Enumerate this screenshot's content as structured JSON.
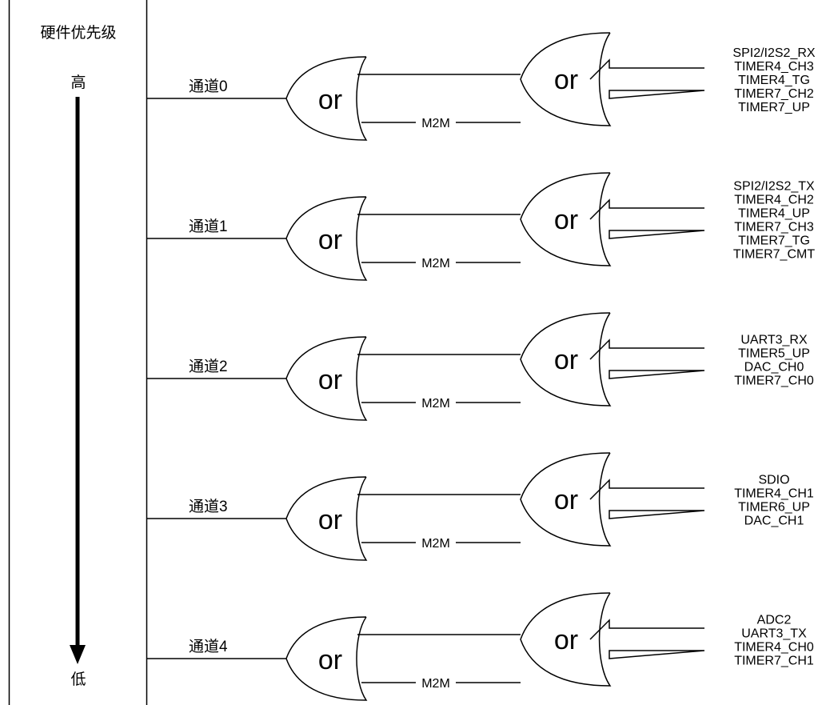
{
  "priority_panel": {
    "title": "硬件优先级",
    "high": "高",
    "low": "低"
  },
  "gate_label": "or",
  "m2m_label": "M2M",
  "channels": [
    {
      "label": "通道0",
      "signals": [
        "SPI2/I2S2_RX",
        "TIMER4_CH3",
        "TIMER4_TG",
        "TIMER7_CH2",
        "TIMER7_UP"
      ]
    },
    {
      "label": "通道1",
      "signals": [
        "SPI2/I2S2_TX",
        "TIMER4_CH2",
        "TIMER4_UP",
        "TIMER7_CH3",
        "TIMER7_TG",
        "TIMER7_CMT"
      ]
    },
    {
      "label": "通道2",
      "signals": [
        "UART3_RX",
        "TIMER5_UP",
        "DAC_CH0",
        "TIMER7_CH0"
      ]
    },
    {
      "label": "通道3",
      "signals": [
        "SDIO",
        "TIMER4_CH1",
        "TIMER6_UP",
        "DAC_CH1"
      ]
    },
    {
      "label": "通道4",
      "signals": [
        "ADC2",
        "UART3_TX",
        "TIMER4_CH0",
        "TIMER7_CH1"
      ]
    }
  ]
}
